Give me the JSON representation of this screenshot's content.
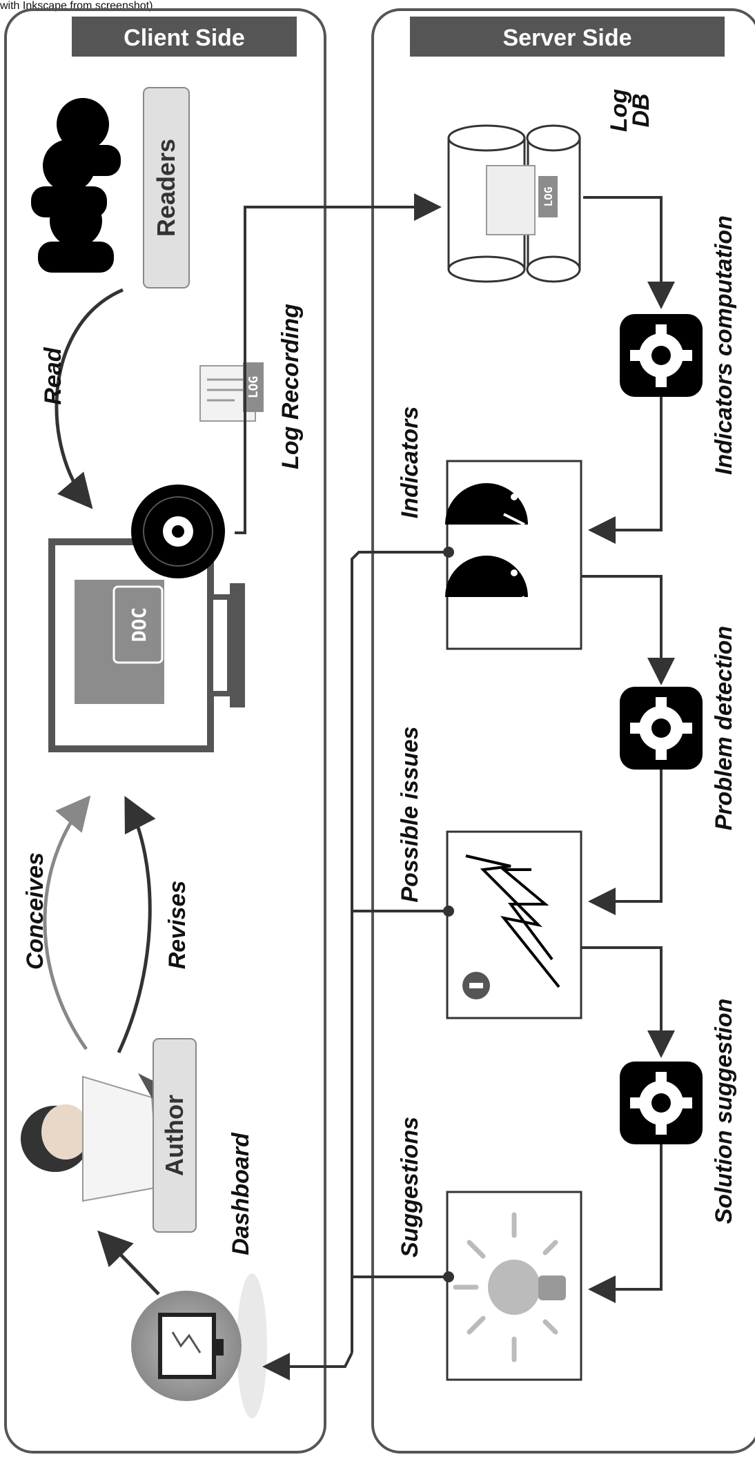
{
  "top_note": "with Inkscape from screenshot)",
  "panels": {
    "client": {
      "title": "Client Side"
    },
    "server": {
      "title": "Server Side"
    }
  },
  "actors": {
    "readers": "Readers",
    "author": "Author"
  },
  "labels": {
    "read": "Read",
    "log_recording": "Log Recording",
    "conceives": "Conceives",
    "revises": "Revises",
    "dashboard": "Dashboard",
    "log_db": [
      "Log",
      "DB"
    ],
    "indicators_computation": "Indicators computation",
    "problem_detection": "Problem detection",
    "solution_suggestion": "Solution suggestion",
    "indicators": "Indicators",
    "possible_issues": "Possible issues",
    "suggestions": "Suggestions"
  },
  "stamps": {
    "doc": "DOC",
    "log": "LOG"
  },
  "colors": {
    "panel_border": "#555555",
    "header_fill": "#555555",
    "actor_label_fill": "#e0e0e0",
    "arrow": "#333333",
    "gear_fill": "#000000",
    "conceives_arrow": "#888888"
  }
}
